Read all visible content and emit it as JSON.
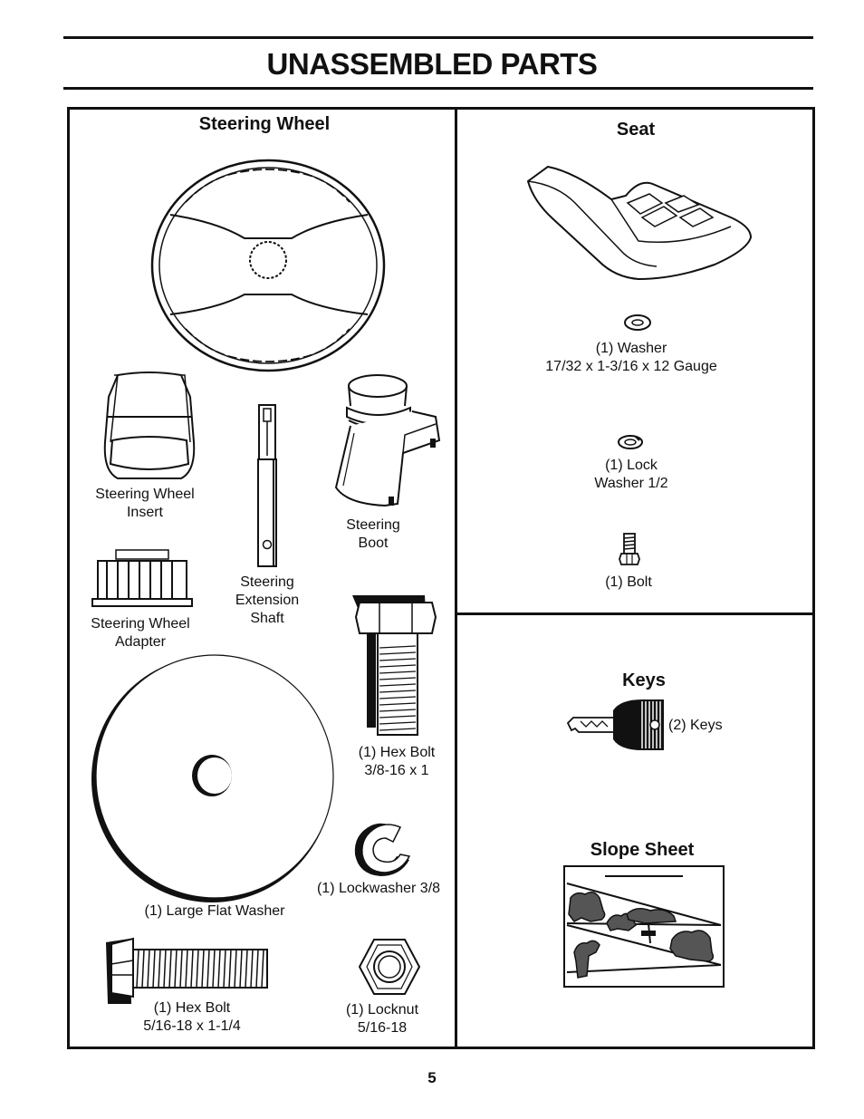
{
  "page": {
    "title": "UNASSEMBLED PARTS",
    "page_number": "5"
  },
  "sections": {
    "steering_wheel": "Steering Wheel",
    "seat": "Seat",
    "keys": "Keys",
    "slope_sheet": "Slope Sheet"
  },
  "parts": {
    "insert": [
      "Steering Wheel",
      "Insert"
    ],
    "adapter": [
      "Steering Wheel",
      "Adapter"
    ],
    "shaft": [
      "Steering",
      "Extension",
      "Shaft"
    ],
    "boot": [
      "Steering",
      "Boot"
    ],
    "hex_bolt_38": [
      "(1) Hex Bolt",
      "3/8-16 x 1"
    ],
    "lockwasher_38": "(1) Lockwasher  3/8",
    "large_washer": "(1) Large Flat Washer",
    "hex_bolt_516": [
      "(1) Hex Bolt",
      "5/16-18 x 1-1/4"
    ],
    "locknut": [
      "(1) Locknut",
      "5/16-18"
    ],
    "washer": [
      "(1) Washer",
      "17/32 x 1-3/16 x 12 Gauge"
    ],
    "lock_washer_12": [
      "(1) Lock",
      "Washer 1/2"
    ],
    "bolt": "(1) Bolt",
    "keys": "(2) Keys"
  },
  "colors": {
    "ink": "#111111",
    "paper": "#ffffff"
  }
}
